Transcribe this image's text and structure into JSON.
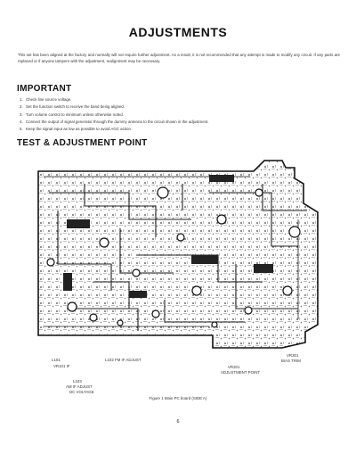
{
  "document": {
    "title": "ADJUSTMENTS",
    "intro": "This set has been aligned at the factory and normally will not require further adjustment. As a result, it is not recommended that any attempt is made to modify any circuit. If any parts are replaced or if anyone tampers with the adjustment, realignment may be necessary.",
    "important_heading": "IMPORTANT",
    "important_items": [
      {
        "num": "1.",
        "text": "Check line source voltage."
      },
      {
        "num": "2.",
        "text": "Set the function switch to receive the band being aligned."
      },
      {
        "num": "3.",
        "text": "Turn volume control to minimum unless otherwise noted."
      },
      {
        "num": "4.",
        "text": "Connect the output of signal generator through the dummy antenna to the circuit shown in the adjustment."
      },
      {
        "num": "5.",
        "text": "Keep the signal input as low as possible to avoid AGC action."
      }
    ],
    "test_point_heading": "TEST & ADJUSTMENT POINT",
    "labels": {
      "left_1": "L101",
      "left_2": "L102 FM IF ADJUST",
      "left_3": "VR101 IF",
      "left_4": "L103",
      "left_5": "AM IF ADJUST",
      "left_6": "DC VOLTAGE",
      "mid_1": "VR201",
      "mid_2": "ADJUSTMENT POINT",
      "right_1": "VR301",
      "right_2": "BIAS TRIM"
    },
    "caption": "Figure 1  Main PC board (SIDE A)",
    "page_number": "6"
  }
}
